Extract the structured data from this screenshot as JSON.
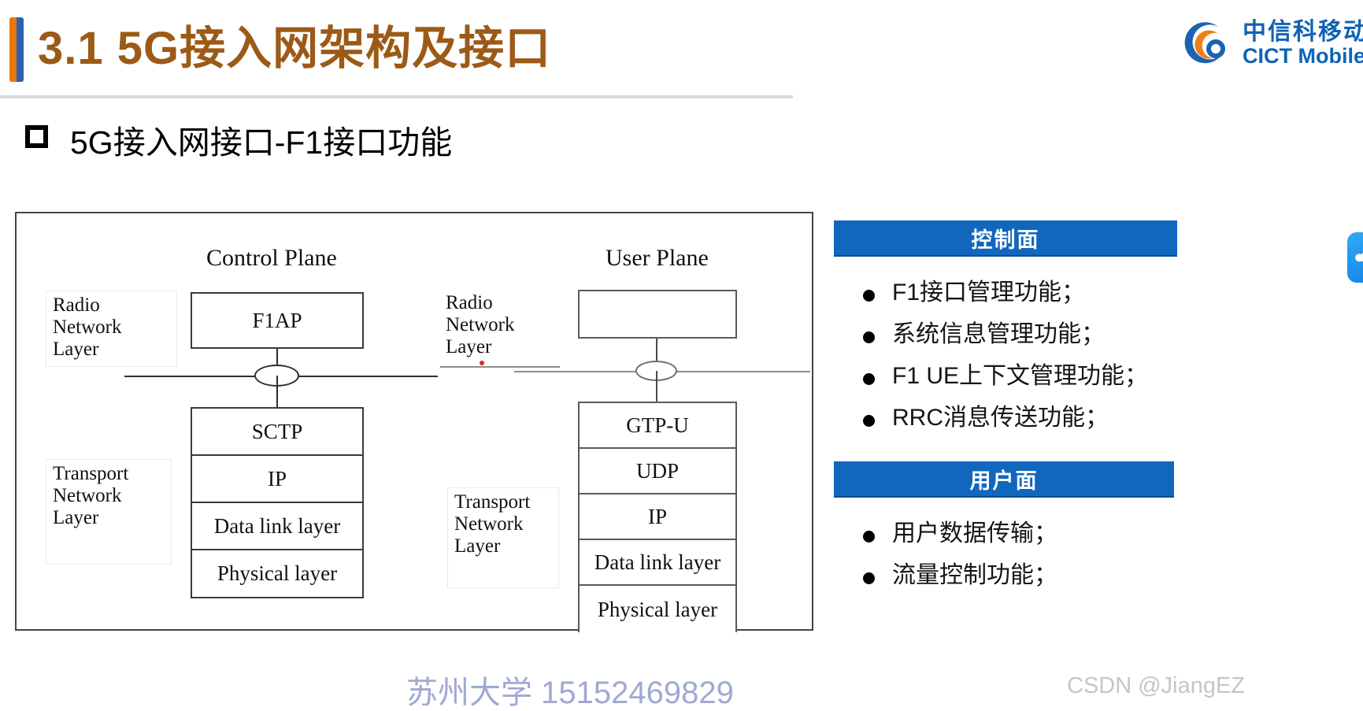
{
  "header": {
    "title": "3.1 5G接入网架构及接口",
    "accent_orange": "#E8780C",
    "accent_blue": "#2A62B0",
    "title_color": "#9C5A17",
    "brand_cn": "中信科移动",
    "brand_en": "CICT Mobile"
  },
  "section": {
    "heading": "5G接入网接口-F1接口功能"
  },
  "diagram": {
    "control_plane_title": "Control Plane",
    "user_plane_title": "User Plane",
    "cp_radio_layer": "Radio\nNetwork\nLayer",
    "cp_radio_layer_l1": "Radio",
    "cp_radio_layer_l2": "Network",
    "cp_radio_layer_l3": "Layer",
    "cp_transport_layer_l1": "Transport",
    "cp_transport_layer_l2": "Network",
    "cp_transport_layer_l3": "Layer",
    "up_radio_layer_l1": "Radio",
    "up_radio_layer_l2": "Network",
    "up_radio_layer_l3": "Layer",
    "up_transport_layer_l1": "Transport",
    "up_transport_layer_l2": "Network",
    "up_transport_layer_l3": "Layer",
    "cp_top_box": "F1AP",
    "up_top_box": "",
    "cp_stack": [
      "SCTP",
      "IP",
      "Data link layer",
      "Physical layer"
    ],
    "up_stack": [
      "GTP-U",
      "UDP",
      "IP",
      "Data link layer",
      "Physical layer"
    ]
  },
  "panel": {
    "accent": "#1166BE",
    "control_plane": {
      "header": "控制面",
      "items": [
        "F1接口管理功能；",
        "系统信息管理功能；",
        "F1 UE上下文管理功能；",
        "RRC消息传送功能；"
      ]
    },
    "user_plane": {
      "header": "用户面",
      "items": [
        "用户数据传输；",
        "流量控制功能；"
      ]
    }
  },
  "widget": {
    "glyph": "ᐤ"
  },
  "watermarks": {
    "center": "苏州大学 15152469829",
    "csdn": "CSDN @JiangEZ"
  }
}
